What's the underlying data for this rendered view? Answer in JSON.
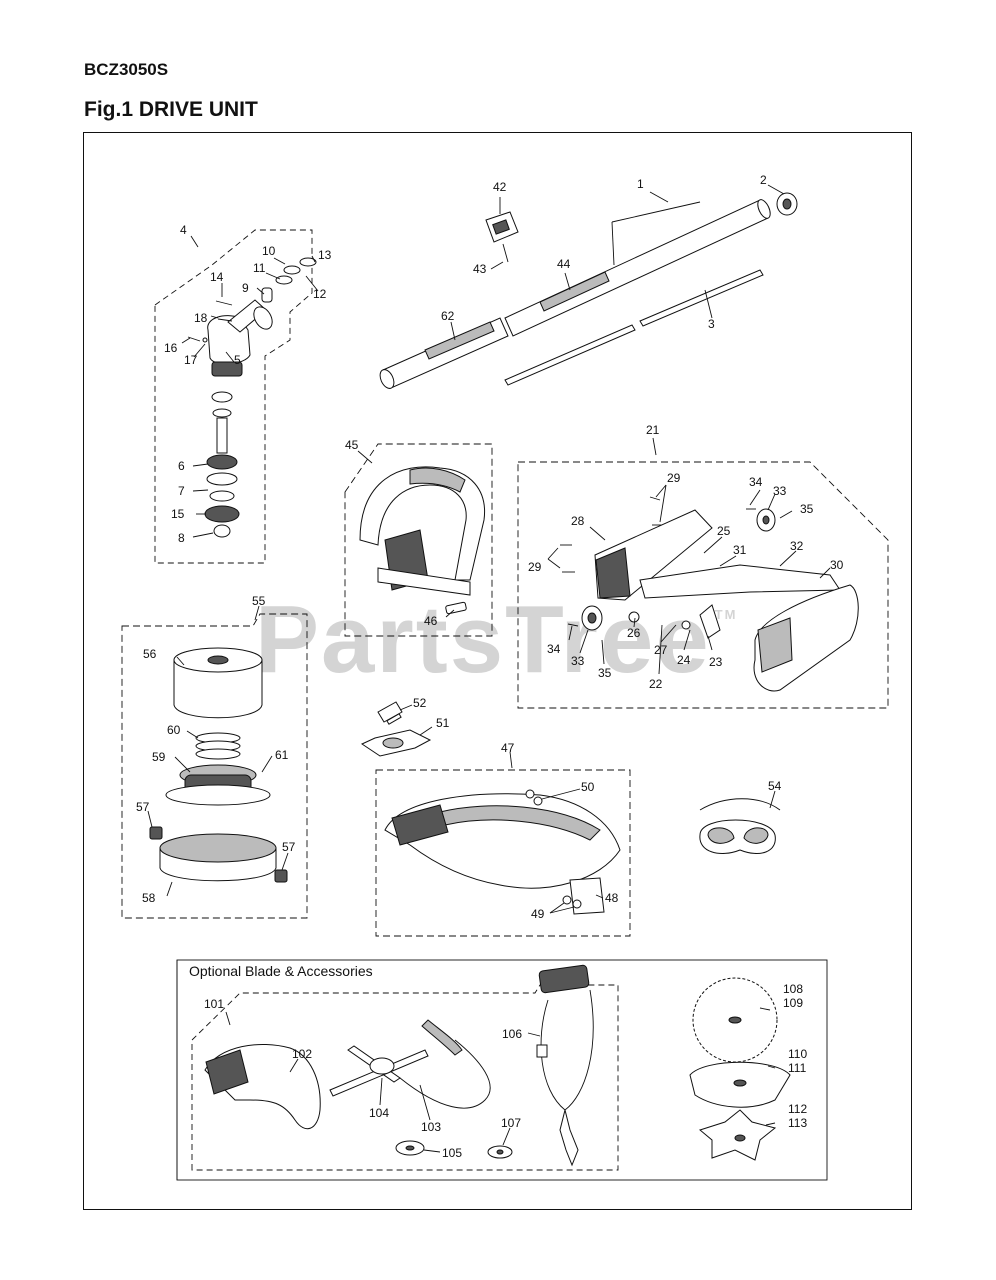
{
  "header": {
    "model": "BCZ3050S",
    "figure_title": "Fig.1 DRIVE UNIT"
  },
  "watermark": {
    "text": "PartsTree",
    "tm": "TM"
  },
  "optional_section": {
    "title": "Optional Blade & Accessories"
  },
  "callouts": {
    "c1": "1",
    "c2": "2",
    "c3": "3",
    "c4": "4",
    "c5": "5",
    "c6": "6",
    "c7": "7",
    "c8": "8",
    "c9": "9",
    "c10": "10",
    "c11": "11",
    "c12": "12",
    "c13": "13",
    "c14": "14",
    "c15": "15",
    "c16": "16",
    "c17": "17",
    "c18": "18",
    "c21": "21",
    "c22": "22",
    "c23": "23",
    "c24": "24",
    "c25": "25",
    "c26": "26",
    "c27": "27",
    "c28": "28",
    "c29a": "29",
    "c29b": "29",
    "c30": "30",
    "c31": "31",
    "c32": "32",
    "c33a": "33",
    "c33b": "33",
    "c34a": "34",
    "c34b": "34",
    "c35a": "35",
    "c35b": "35",
    "c42": "42",
    "c43": "43",
    "c44": "44",
    "c45": "45",
    "c46": "46",
    "c47": "47",
    "c48": "48",
    "c49": "49",
    "c50": "50",
    "c51": "51",
    "c52": "52",
    "c54": "54",
    "c55": "55",
    "c56": "56",
    "c57a": "57",
    "c57b": "57",
    "c58": "58",
    "c59": "59",
    "c60": "60",
    "c61": "61",
    "c62": "62",
    "c101": "101",
    "c102": "102",
    "c103": "103",
    "c104": "104",
    "c105": "105",
    "c106": "106",
    "c107": "107",
    "c108": "108",
    "c109": "109",
    "c110": "110",
    "c111": "111",
    "c112": "112",
    "c113": "113"
  }
}
